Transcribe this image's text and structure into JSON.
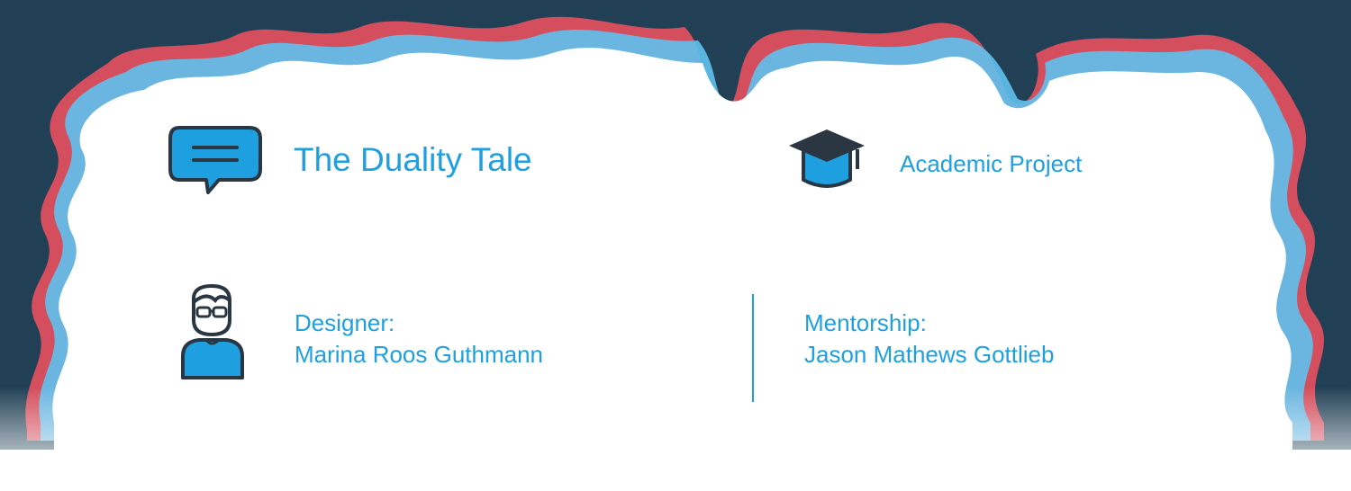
{
  "colors": {
    "accent": "#1ea0e0",
    "icon_outline": "#2a3642",
    "frame_dark": "#1e3a4e",
    "frame_red": "#e8505e",
    "frame_blue": "#5ec2ee",
    "background": "#ffffff"
  },
  "project": {
    "title": "The Duality Tale",
    "type": "Academic Project"
  },
  "credits": {
    "designer_label": "Designer:",
    "designer_name": "Marina Roos Guthmann",
    "mentor_label": "Mentorship:",
    "mentor_name": "Jason Mathews Gottlieb"
  },
  "icons": {
    "title_icon": "speech-bubble-icon",
    "type_icon": "graduation-cap-icon",
    "designer_icon": "person-with-glasses-icon"
  }
}
